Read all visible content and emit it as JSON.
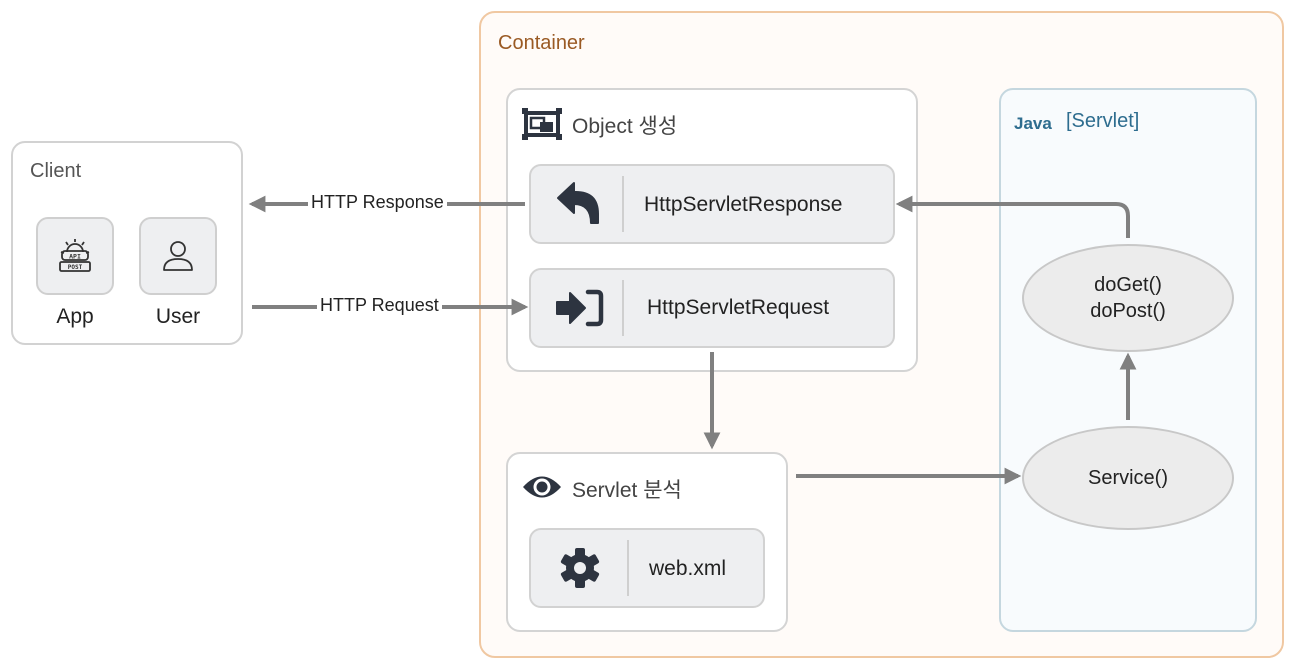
{
  "client": {
    "title": "Client",
    "app_label": "App",
    "user_label": "User",
    "app_icon_text_top": "API",
    "app_icon_text_bottom": "POST"
  },
  "container": {
    "title": "Container",
    "object_group": {
      "title": "Object 생성",
      "response_label": "HttpServletResponse",
      "request_label": "HttpServletRequest"
    },
    "servlet_group": {
      "title": "Servlet 분석",
      "config_label": "web.xml"
    },
    "java_group": {
      "logo": "Java",
      "title": "[Servlet]",
      "do_methods": [
        "doGet()",
        "doPost()"
      ],
      "service": "Service()"
    }
  },
  "arrows": {
    "response_label": "HTTP Response",
    "request_label": "HTTP Request"
  },
  "colors": {
    "container_border": "#f0c8a2",
    "container_title": "#9a5a24",
    "java_accent": "#2e6d8f",
    "arrow": "#808080"
  }
}
